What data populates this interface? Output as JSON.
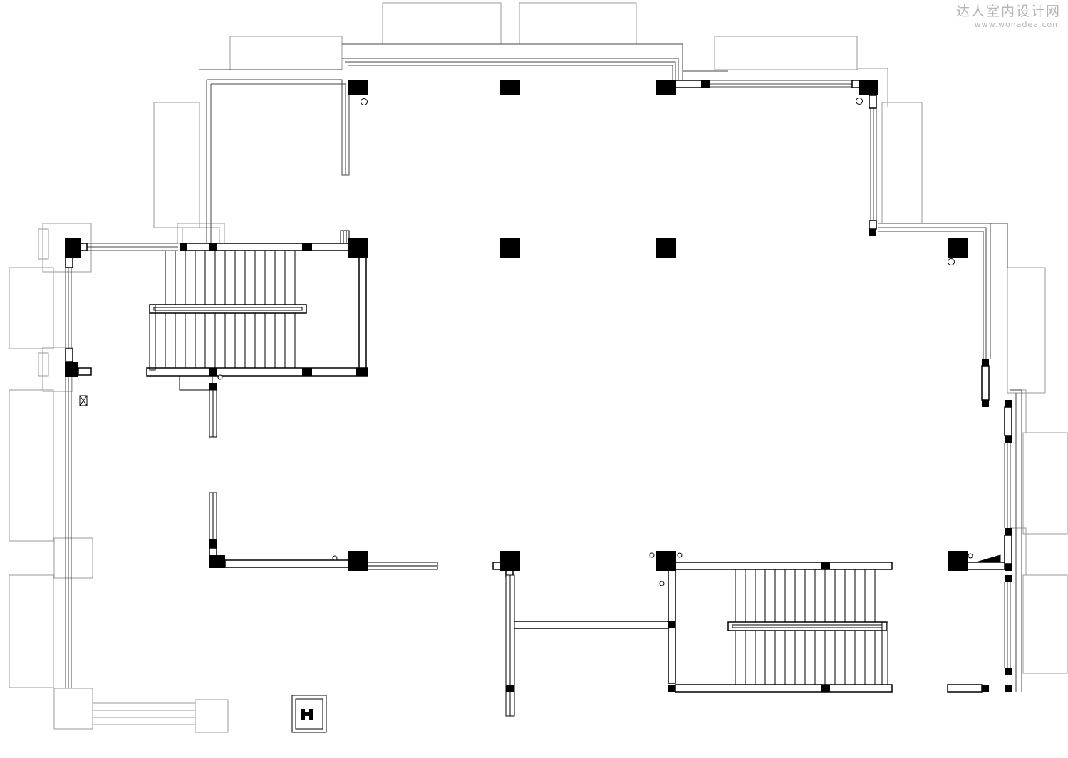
{
  "watermark": {
    "title": "达人室内设计网",
    "url": "www.wonadea.com"
  },
  "drawing": {
    "type": "architectural floor plan",
    "line_color": "#000000",
    "outline_color": "#9a9a9a",
    "background": "#ffffff",
    "symbols": [
      "structural-column",
      "staircase",
      "wall-outline",
      "window-bay",
      "elevator-symbol"
    ]
  }
}
